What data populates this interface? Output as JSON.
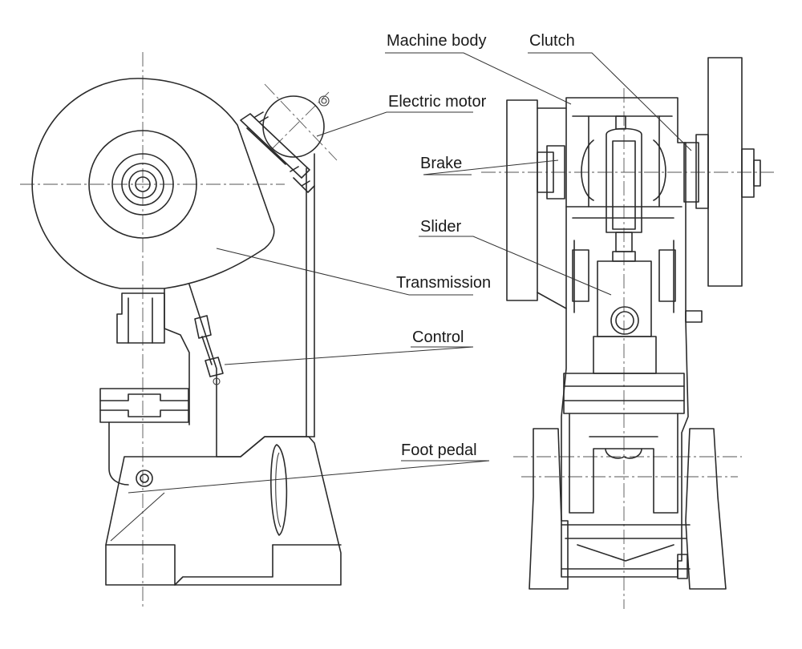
{
  "labels": {
    "machine_body": "Machine body",
    "clutch": "Clutch",
    "electric_motor": "Electric motor",
    "brake": "Brake",
    "slider": "Slider",
    "transmission": "Transmission",
    "control": "Control",
    "foot_pedal": "Foot pedal"
  }
}
